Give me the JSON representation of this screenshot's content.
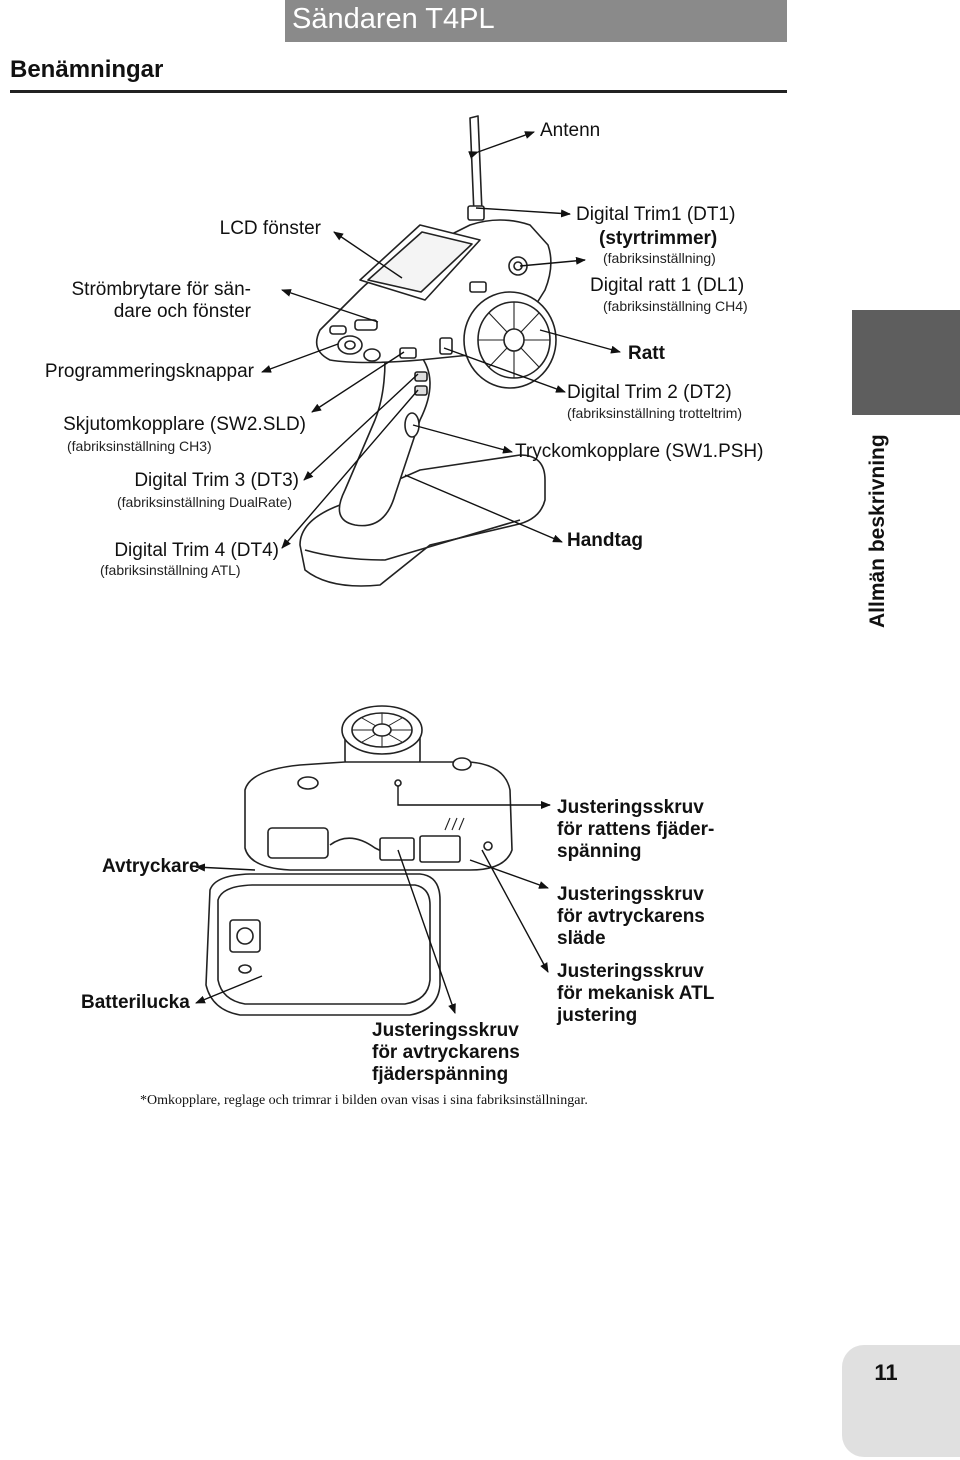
{
  "header": {
    "title": "Sändaren T4PL",
    "section": "Benämningar"
  },
  "side_tab": "Allmän beskrivning",
  "top_figure": {
    "left_labels": [
      {
        "label": "LCD fönster"
      },
      {
        "label": "Strömbrytare för sän-",
        "label2": "dare och fönster"
      },
      {
        "label": "Programmeringsknappar"
      },
      {
        "label": "Skjutomkopplare (SW2.SLD)",
        "note": "(fabriksinställning CH3)"
      },
      {
        "label": "Digital Trim 3 (DT3)",
        "note": "(fabriksinställning DualRate)"
      },
      {
        "label": "Digital Trim 4 (DT4)",
        "note": "(fabriksinställning ATL)"
      }
    ],
    "right_labels": [
      {
        "label": "Antenn"
      },
      {
        "label": "Digital Trim1 (DT1)",
        "label2": "(styrtrimmer)",
        "note": "(fabriksinställning)"
      },
      {
        "label": "Digital ratt 1 (DL1)",
        "note": "(fabriksinställning CH4)"
      },
      {
        "label": "Ratt"
      },
      {
        "label": "Digital Trim 2 (DT2)",
        "note": "(fabriksinställning trotteltrim)"
      },
      {
        "label": "Tryckomkopplare  (SW1.PSH)"
      },
      {
        "label": "Handtag"
      }
    ]
  },
  "bottom_figure": {
    "labels": {
      "trigger": "Avtryckare",
      "battery_cover": "Batterilucka",
      "wheel_spring": [
        "Justeringsskruv",
        "för rattens fjäder-",
        "spänning"
      ],
      "trigger_slide": [
        "Justeringsskruv",
        "för avtryckarens",
        "släde"
      ],
      "atl": [
        "Justeringsskruv",
        "för mekanisk ATL",
        "justering"
      ],
      "trigger_spring": [
        "Justeringsskruv",
        "för avtryckarens",
        "fjäderspänning"
      ]
    }
  },
  "footnote": "*Omkopplare, reglage och trimrar i bilden ovan visas i sina fabriksinställningar.",
  "page_number": "11",
  "colors": {
    "header_bar": "#8a8a8a",
    "side_tab": "#5e5e5e",
    "page_tab": "#e0e0e0"
  }
}
